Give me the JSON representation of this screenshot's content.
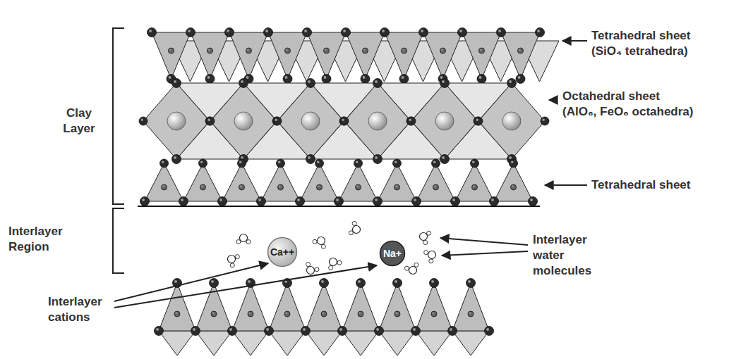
{
  "diagram": {
    "nodes": [
      {
        "text": [
          "Ca++"
        ]
      },
      {
        "text": [
          "Na+"
        ]
      }
    ],
    "labels": [
      "Tetrahedral sheet (SiO₄ tetrahedra)",
      "Clay Layer",
      "Octahedral sheet (AlO₆, FeO₆ octahedra)",
      "Tetrahedral sheet",
      "Interlayer Region",
      "Interlayer water molecules",
      "Interlayer cations"
    ]
  }
}
